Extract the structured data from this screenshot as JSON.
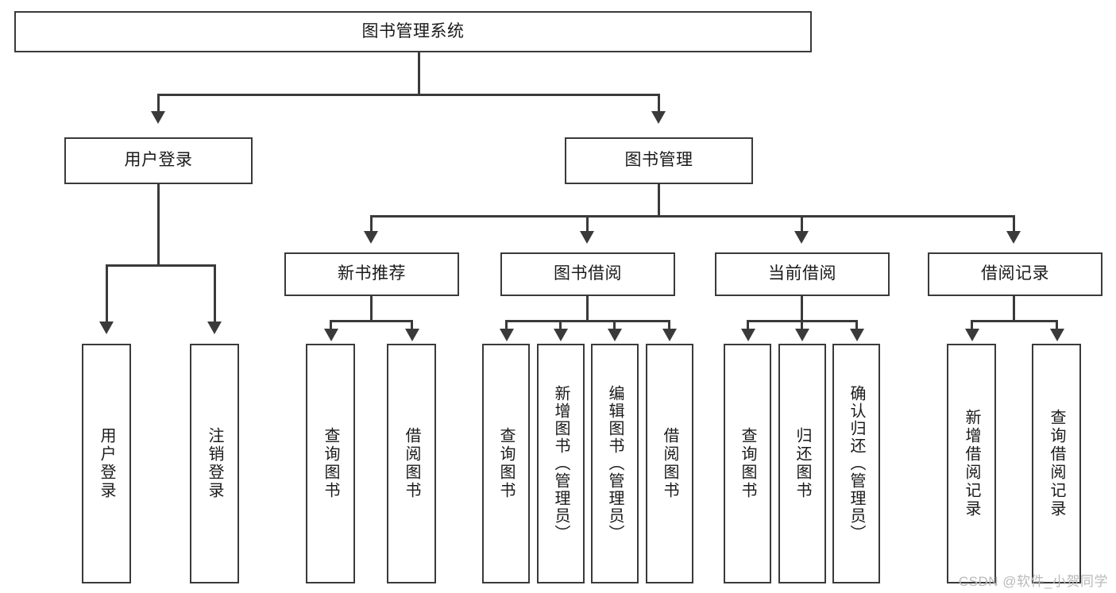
{
  "diagram": {
    "title": "图书管理系统",
    "type": "tree",
    "root": {
      "label": "图书管理系统"
    },
    "level2": [
      {
        "label": "用户登录"
      },
      {
        "label": "图书管理"
      }
    ],
    "level3": [
      {
        "label": "新书推荐"
      },
      {
        "label": "图书借阅"
      },
      {
        "label": "当前借阅"
      },
      {
        "label": "借阅记录"
      }
    ],
    "leaves": {
      "user_login": [
        {
          "label": "用户登录"
        },
        {
          "label": "注销登录"
        }
      ],
      "new_book": [
        {
          "label": "查询图书"
        },
        {
          "label": "借阅图书"
        }
      ],
      "book_borrow": [
        {
          "label": "查询图书"
        },
        {
          "label": "新增图书（管理员）"
        },
        {
          "label": "编辑图书（管理员）"
        },
        {
          "label": "借阅图书"
        }
      ],
      "current_borrow": [
        {
          "label": "查询图书"
        },
        {
          "label": "归还图书"
        },
        {
          "label": "确认归还（管理员）"
        }
      ],
      "borrow_record": [
        {
          "label": "新增借阅记录"
        },
        {
          "label": "查询借阅记录"
        }
      ]
    }
  },
  "watermark": {
    "text": "CSDN @软件_小贺同学"
  },
  "colors": {
    "stroke": "#3a3a3a",
    "background": "#ffffff",
    "text": "#1a1a1a",
    "watermark": "#b9b9b9"
  }
}
